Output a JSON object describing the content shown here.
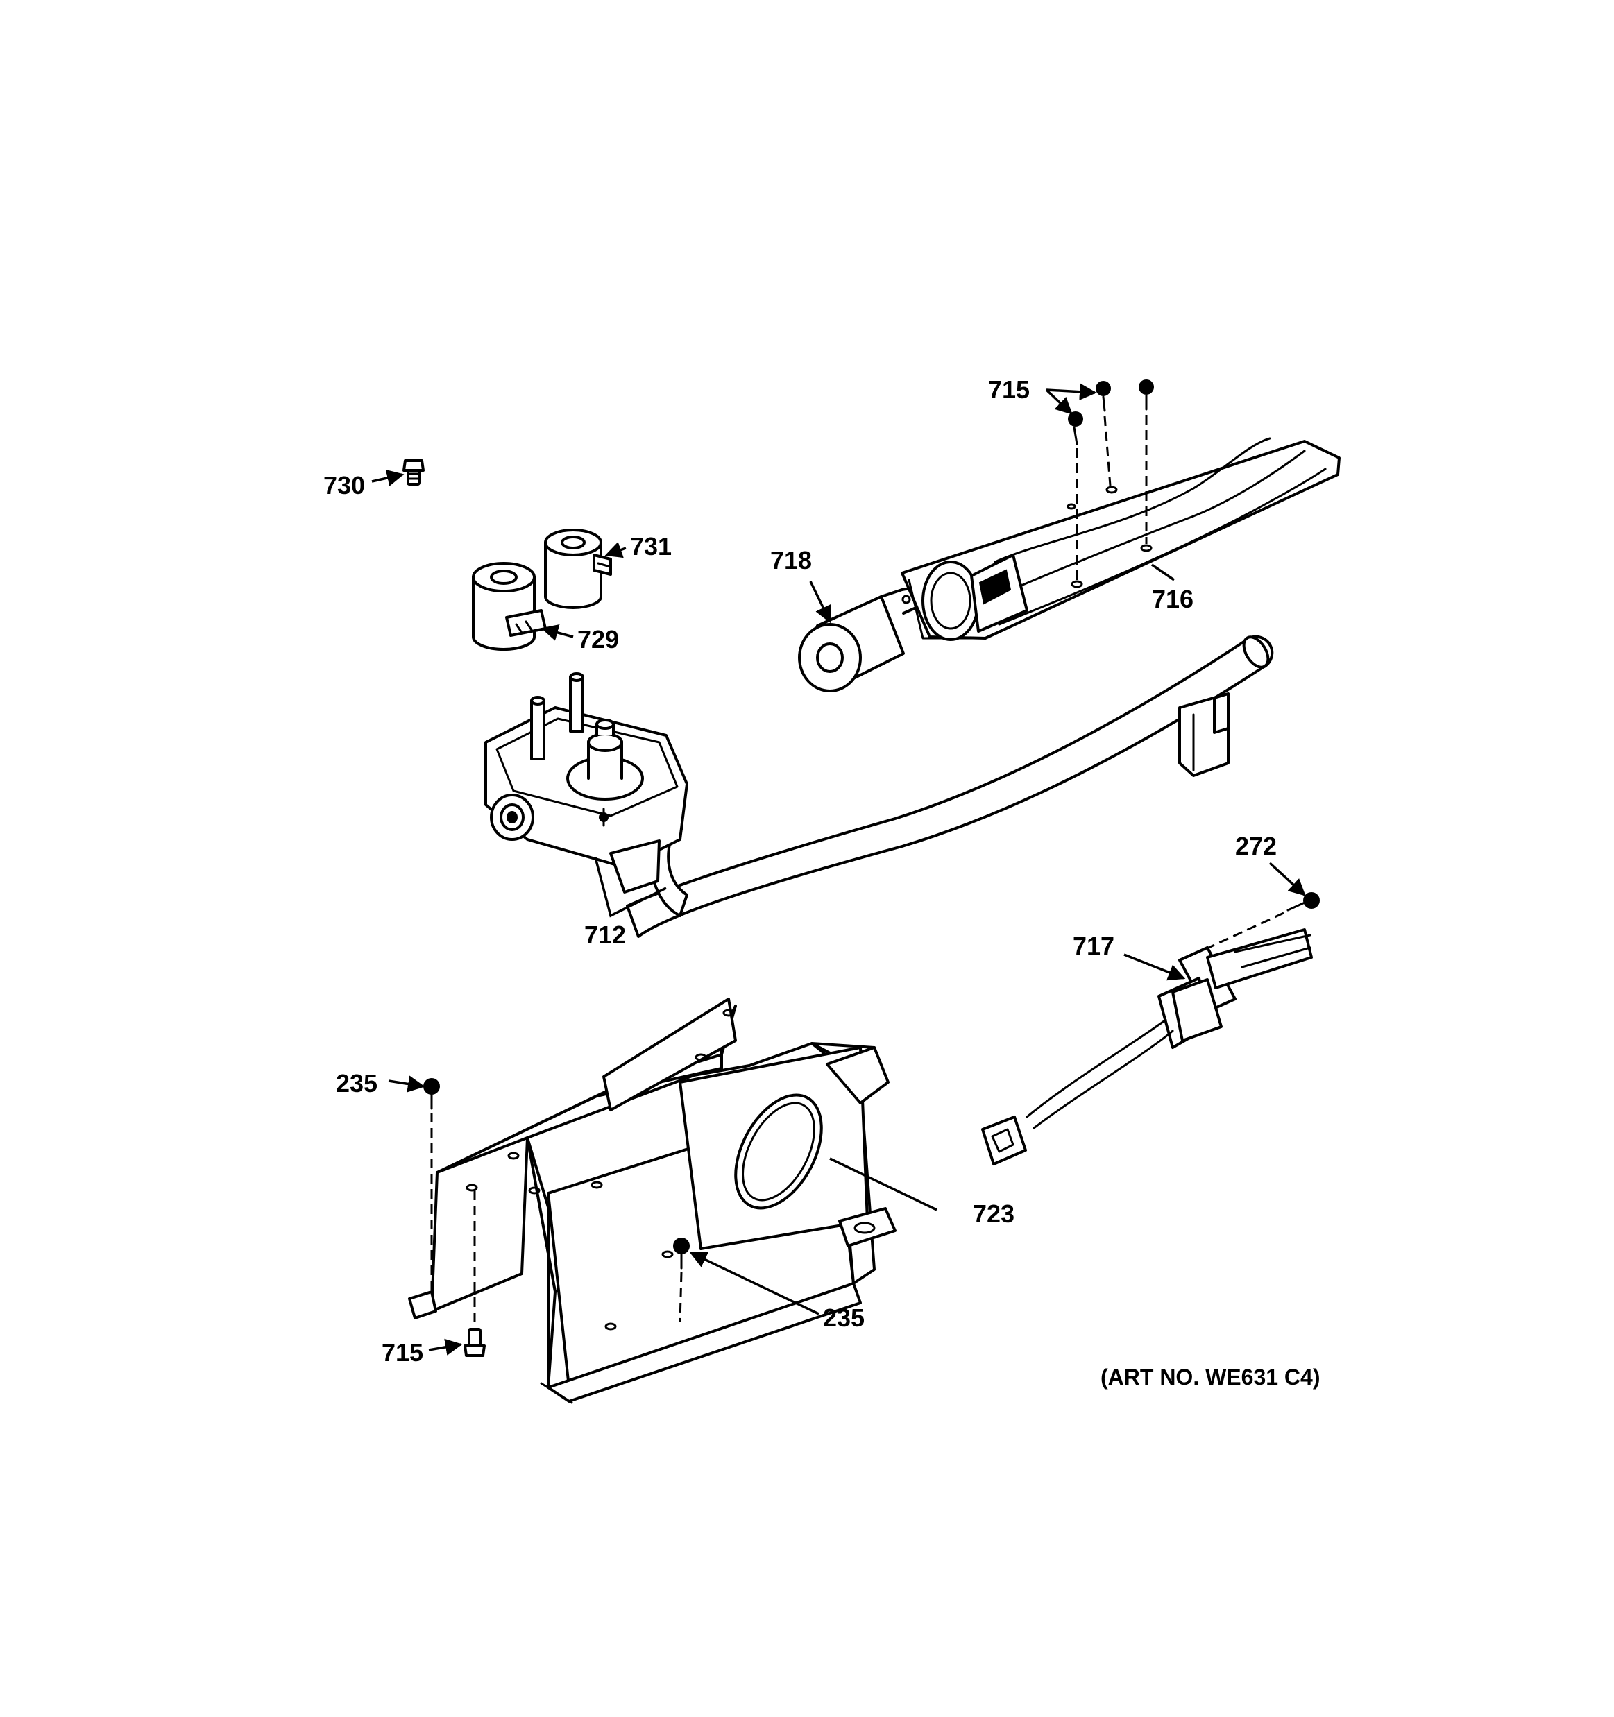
{
  "diagram": {
    "callouts": {
      "c730": "730",
      "c731": "731",
      "c729": "729",
      "c718": "718",
      "c715_top": "715",
      "c716": "716",
      "c712": "712",
      "c272": "272",
      "c717": "717",
      "c235_left": "235",
      "c723": "723",
      "c235_bottom": "235",
      "c715_bottom": "715"
    },
    "art_number": "(ART NO. WE631 C4)",
    "colors": {
      "line": "#000000",
      "background": "#ffffff"
    }
  }
}
